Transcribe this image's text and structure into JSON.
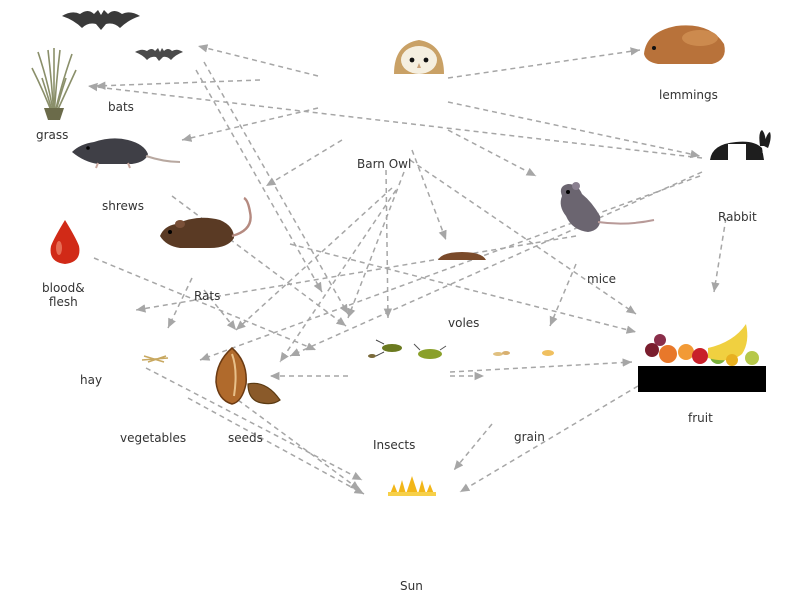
{
  "labels": {
    "bats": "bats",
    "grass": "grass",
    "shrews": "shrews",
    "blood_flesh": "blood&\nflesh",
    "rats": "Rats",
    "hay": "hay",
    "vegetables": "vegetables",
    "seeds": "seeds",
    "insects": "Insects",
    "grain": "grain",
    "sun": "Sun",
    "barn_owl": "Barn Owl",
    "lemmings": "lemmings",
    "rabbit": "Rabbit",
    "mice": "mice",
    "voles": "voles",
    "fruit": "fruit"
  },
  "colors": {
    "arrow": "#a6a6a6",
    "text": "#333333"
  },
  "icons": [
    "bat-icon",
    "grass-icon",
    "shrew-icon",
    "blood-drop-icon",
    "rat-icon",
    "hay-icon",
    "seeds-icon",
    "insects-icon",
    "grain-icon",
    "sun-icon",
    "owl-icon",
    "lemming-icon",
    "rabbit-icon",
    "mouse-icon",
    "vole-icon",
    "fruit-basket-icon"
  ]
}
